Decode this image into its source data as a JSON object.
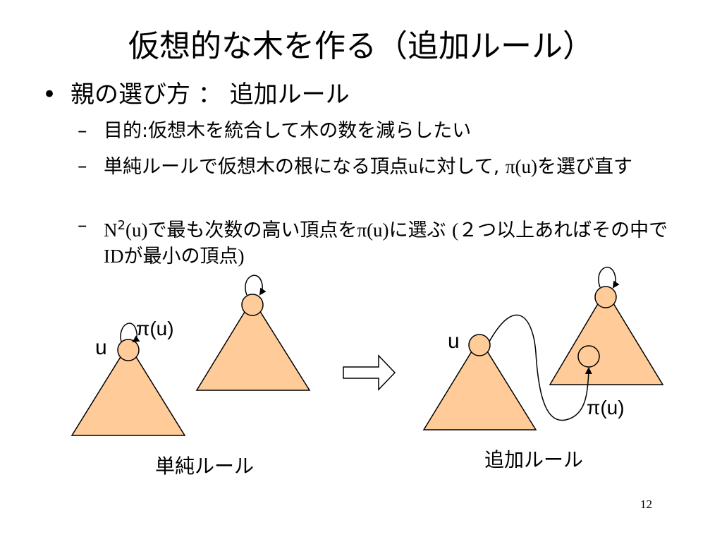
{
  "slide": {
    "title": "仮想的な木を作る（追加ルール）",
    "bullet": {
      "marker": "•",
      "text": "親の選び方 ： 追加ルール"
    },
    "subbullets": [
      {
        "marker": "–",
        "parts": [
          {
            "text": "目的:仮想木を統合して木の数を減らしたい",
            "serif": false
          }
        ]
      },
      {
        "marker": "–",
        "parts": [
          {
            "text": "単純ルールで仮想木の根になる頂点",
            "serif": false
          },
          {
            "text": "u",
            "serif": true
          },
          {
            "text": "に対して, ",
            "serif": false
          },
          {
            "text": "π(u)",
            "serif": true
          },
          {
            "text": "を選び直す",
            "serif": false
          }
        ]
      },
      {
        "marker": "–",
        "parts": [
          {
            "text": "N",
            "serif": true
          },
          {
            "text": "2",
            "serif": false,
            "sup": true
          },
          {
            "text": "(u)",
            "serif": true
          },
          {
            "text": "で最も次数の高い頂点を",
            "serif": false
          },
          {
            "text": "π(u)",
            "serif": true
          },
          {
            "text": "に選ぶ ",
            "serif": false
          },
          {
            "text": "(",
            "serif": true
          },
          {
            "text": "２つ以上あればその中で",
            "serif": false
          },
          {
            "text": "ID",
            "serif": true
          },
          {
            "text": "が最小の頂点",
            "serif": false
          },
          {
            "text": ")",
            "serif": true
          }
        ]
      }
    ],
    "page_number": "12"
  },
  "diagram": {
    "left": {
      "u_label": "u",
      "pi_label": "π(u)",
      "caption": "単純ルール"
    },
    "right": {
      "u_label": "u",
      "pi_label": "π(u)",
      "caption": "追加ルール"
    },
    "colors": {
      "triangle_fill": "#FFCC99",
      "node_fill": "#FFCC99",
      "stroke": "#000000",
      "arrow_fill": "#FFFFFF"
    }
  }
}
